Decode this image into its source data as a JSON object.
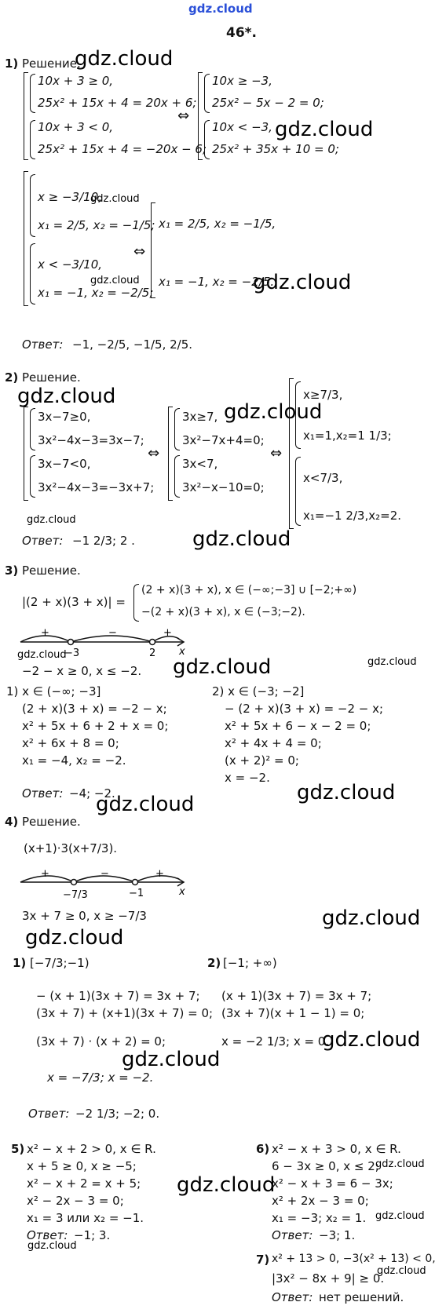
{
  "watermark": {
    "top": "gdz.cloud",
    "main": "gdz.cloud"
  },
  "title": "46*.",
  "p1": {
    "num": "1)",
    "label": "Решение.",
    "s1": "10x + 3 ≥ 0,",
    "s2": "25x² + 15x + 4 = 20x + 6;",
    "s3": "10x + 3 < 0,",
    "s4": "25x² + 15x + 4 = −20x − 6;",
    "arrow": "⇔",
    "r1": "10x ≥ −3,",
    "r2": "25x² − 5x − 2 = 0;",
    "r3": "10x < −3,",
    "r4": "25x² + 35x + 10 = 0;",
    "t1": "x ≥ −3/10,",
    "t2": "x₁ = 2/5, x₂ = −1/5;",
    "t3": "x < −3/10,",
    "t4": "x₁ = −1, x₂ = −2/5;",
    "u1": "x₁ = 2/5, x₂ = −1/5,",
    "u2": "x₁ = −1, x₂ = −2/5.",
    "answer_label": "Ответ:",
    "answer": "−1, −2/5, −1/5, 2/5."
  },
  "p2": {
    "num": "2)",
    "label": "Решение.",
    "s1": "3x−7≥0,",
    "s2": "3x²−4x−3=3x−7;",
    "s3": "3x−7<0,",
    "s4": "3x²−4x−3=−3x+7;",
    "arrow": "⇔",
    "r1": "3x≥7,",
    "r2": "3x²−7x+4=0;",
    "r3": "3x<7,",
    "r4": "3x²−x−10=0;",
    "t1": "x≥7/3,",
    "t2": "x₁=1,x₂=1 1/3;",
    "t3": "x<7/3,",
    "t4": "x₁=−1 2/3,x₂=2.",
    "answer_label": "Ответ:",
    "answer": "−1 2/3; 2 ."
  },
  "p3": {
    "num": "3)",
    "label": "Решение.",
    "lhs": "|(2 + x)(3 + x)| =",
    "c1": "(2 + x)(3 + x), x ∈ (−∞;−3] ∪ [−2;+∞)",
    "c2": "−(2 + x)(3 + x), x ∈ (−3;−2).",
    "axis": {
      "plus1": "+",
      "minus": "−",
      "plus2": "+",
      "pt1": "−3",
      "pt2": "2",
      "var": "x"
    },
    "cond": "−2 − x ≥ 0, x ≤ −2.",
    "left": {
      "head": "1) x ∈ (−∞; −3]",
      "l1": "(2 + x)(3 + x) = −2 − x;",
      "l2": "x² + 5x + 6 + 2 + x = 0;",
      "l3": "x² + 6x + 8 = 0;",
      "l4": "x₁ = −4, x₂ = −2."
    },
    "right": {
      "head": "2) x ∈ (−3; −2]",
      "l1": "− (2 + x)(3 + x) = −2 − x;",
      "l2": "x² + 5x + 6 − x − 2 = 0;",
      "l3": "x² + 4x + 4 = 0;",
      "l4": "(x + 2)² = 0;",
      "l5": "x = −2."
    },
    "answer_label": "Ответ:",
    "answer": "−4; −2."
  },
  "p4": {
    "num": "4)",
    "label": "Решение.",
    "expr": "(x+1)·3(x+7/3).",
    "axis": {
      "plus1": "+",
      "minus": "−",
      "plus2": "+",
      "pt1": "−7/3",
      "pt2": "−1",
      "var": "x"
    },
    "cond": "3x + 7 ≥ 0, x ≥ −7/3",
    "left": {
      "head_num": "1)",
      "head": "[−7/3;−1)",
      "l1": "− (x + 1)(3x + 7) = 3x + 7;",
      "l2": "(3x + 7) + (x+1)(3x + 7) = 0;",
      "l3": "(3x + 7) · (x + 2) = 0;",
      "l4": "x = −7/3; x = −2."
    },
    "right": {
      "head_num": "2)",
      "head": "[−1; +∞)",
      "l1": "(x + 1)(3x + 7) = 3x + 7;",
      "l2": "(3x + 7)(x + 1 − 1) = 0;",
      "l3": "x = −2 1/3; x = 0."
    },
    "answer_label": "Ответ:",
    "answer": "−2 1/3; −2; 0."
  },
  "p5": {
    "num": "5)",
    "l0": "x² − x + 2 > 0, x ∈ R.",
    "l1": "x + 5 ≥ 0, x ≥ −5;",
    "l2": "x² − x + 2 = x + 5;",
    "l3": "x² − 2x − 3 = 0;",
    "l4": "x₁ = 3 или x₂ = −1.",
    "answer_label": "Ответ:",
    "answer": "−1; 3."
  },
  "p6": {
    "num": "6)",
    "l0": "x² − x + 3 > 0, x ∈ R.",
    "l1": "6 − 3x ≥ 0, x ≤ 2;",
    "l2": "x² − x + 3 = 6 − 3x;",
    "l3": "x² + 2x − 3 = 0;",
    "l4": "x₁ = −3; x₂ = 1.",
    "answer_label": "Ответ:",
    "answer": "−3; 1."
  },
  "p7": {
    "num": "7)",
    "l0": "x² + 13 > 0, −3(x² + 13) < 0,",
    "l1": "|3x² − 8x + 9| ≥ 0.",
    "answer_label": "Ответ:",
    "answer": "нет решений."
  }
}
